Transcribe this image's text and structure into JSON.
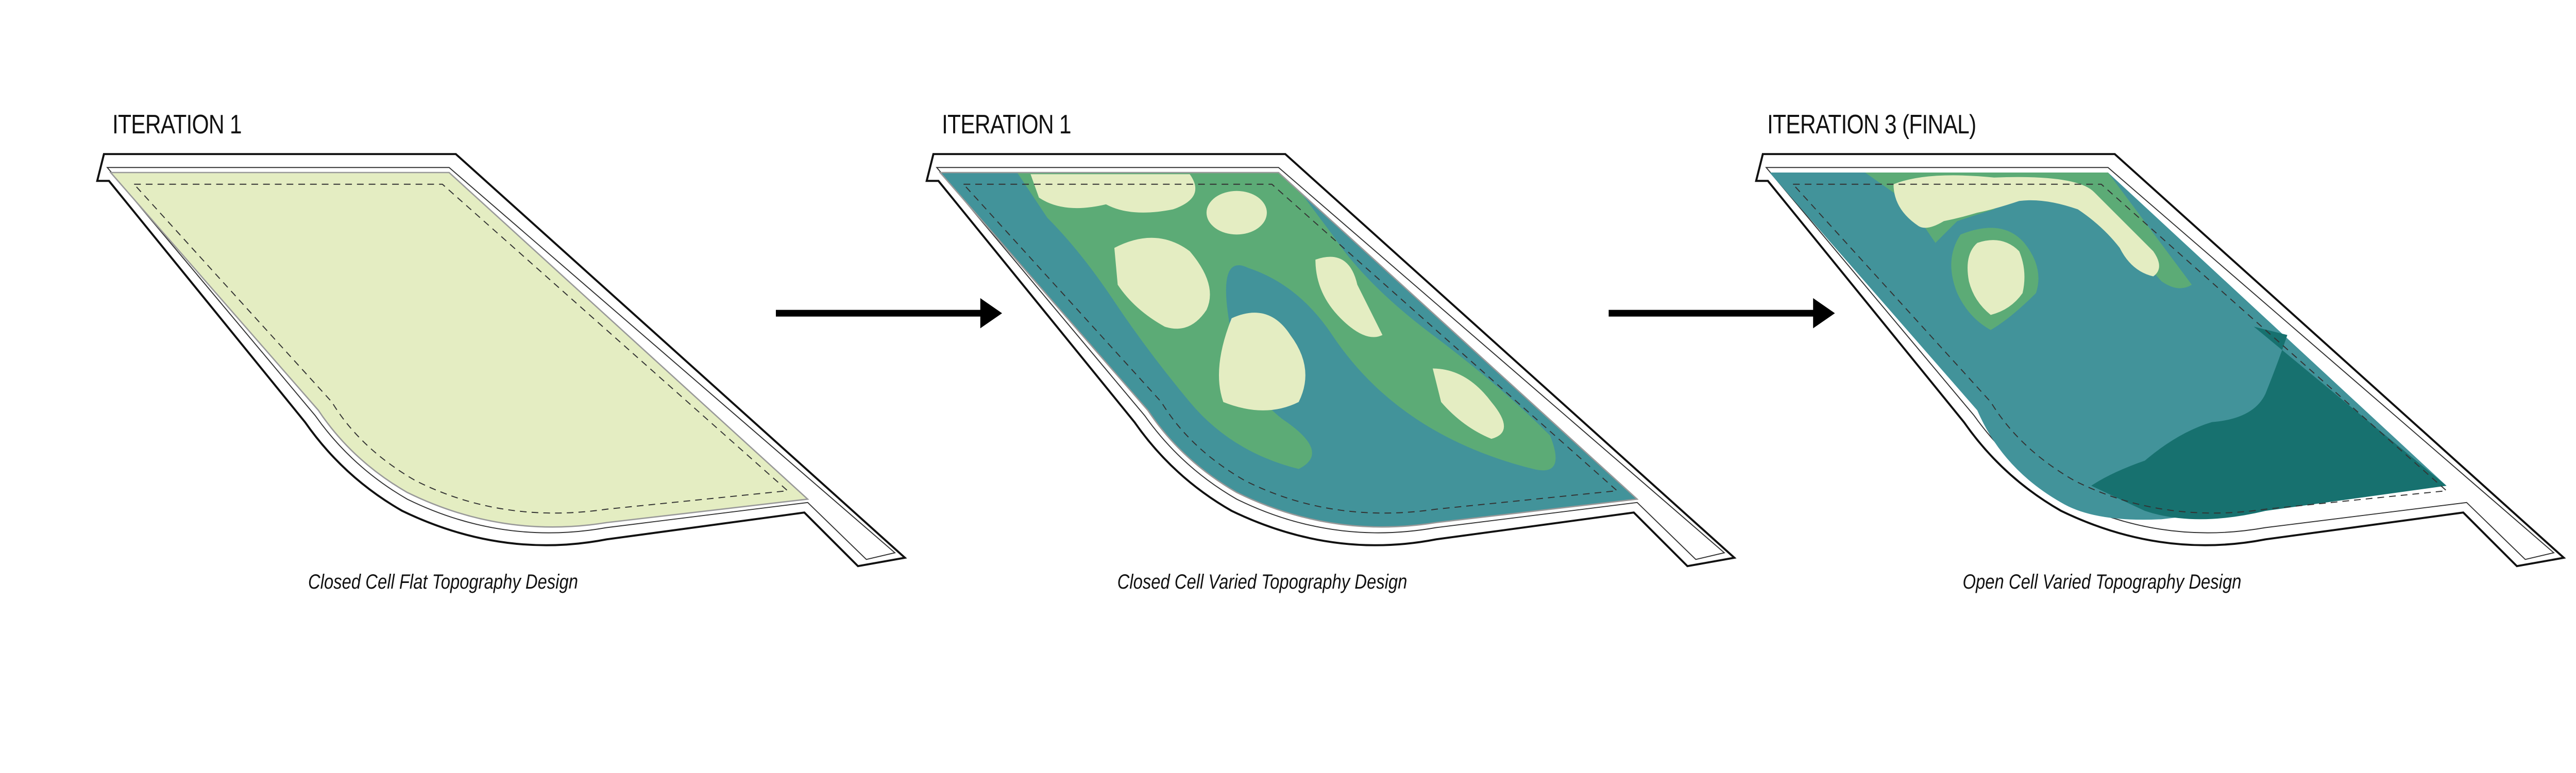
{
  "panels": [
    {
      "title": "ITERATION 1",
      "caption": "Closed Cell Flat Topography Design"
    },
    {
      "title": "ITERATION 1",
      "caption": "Closed Cell Varied Topography Design"
    },
    {
      "title": "ITERATION 3 (FINAL)",
      "caption": "Open Cell Varied Topography Design"
    }
  ],
  "colors": {
    "light_green": "#e4edc2",
    "mid_green": "#5cab76",
    "teal": "#42939a",
    "deep_teal": "#17716f",
    "outline": "#111111"
  }
}
